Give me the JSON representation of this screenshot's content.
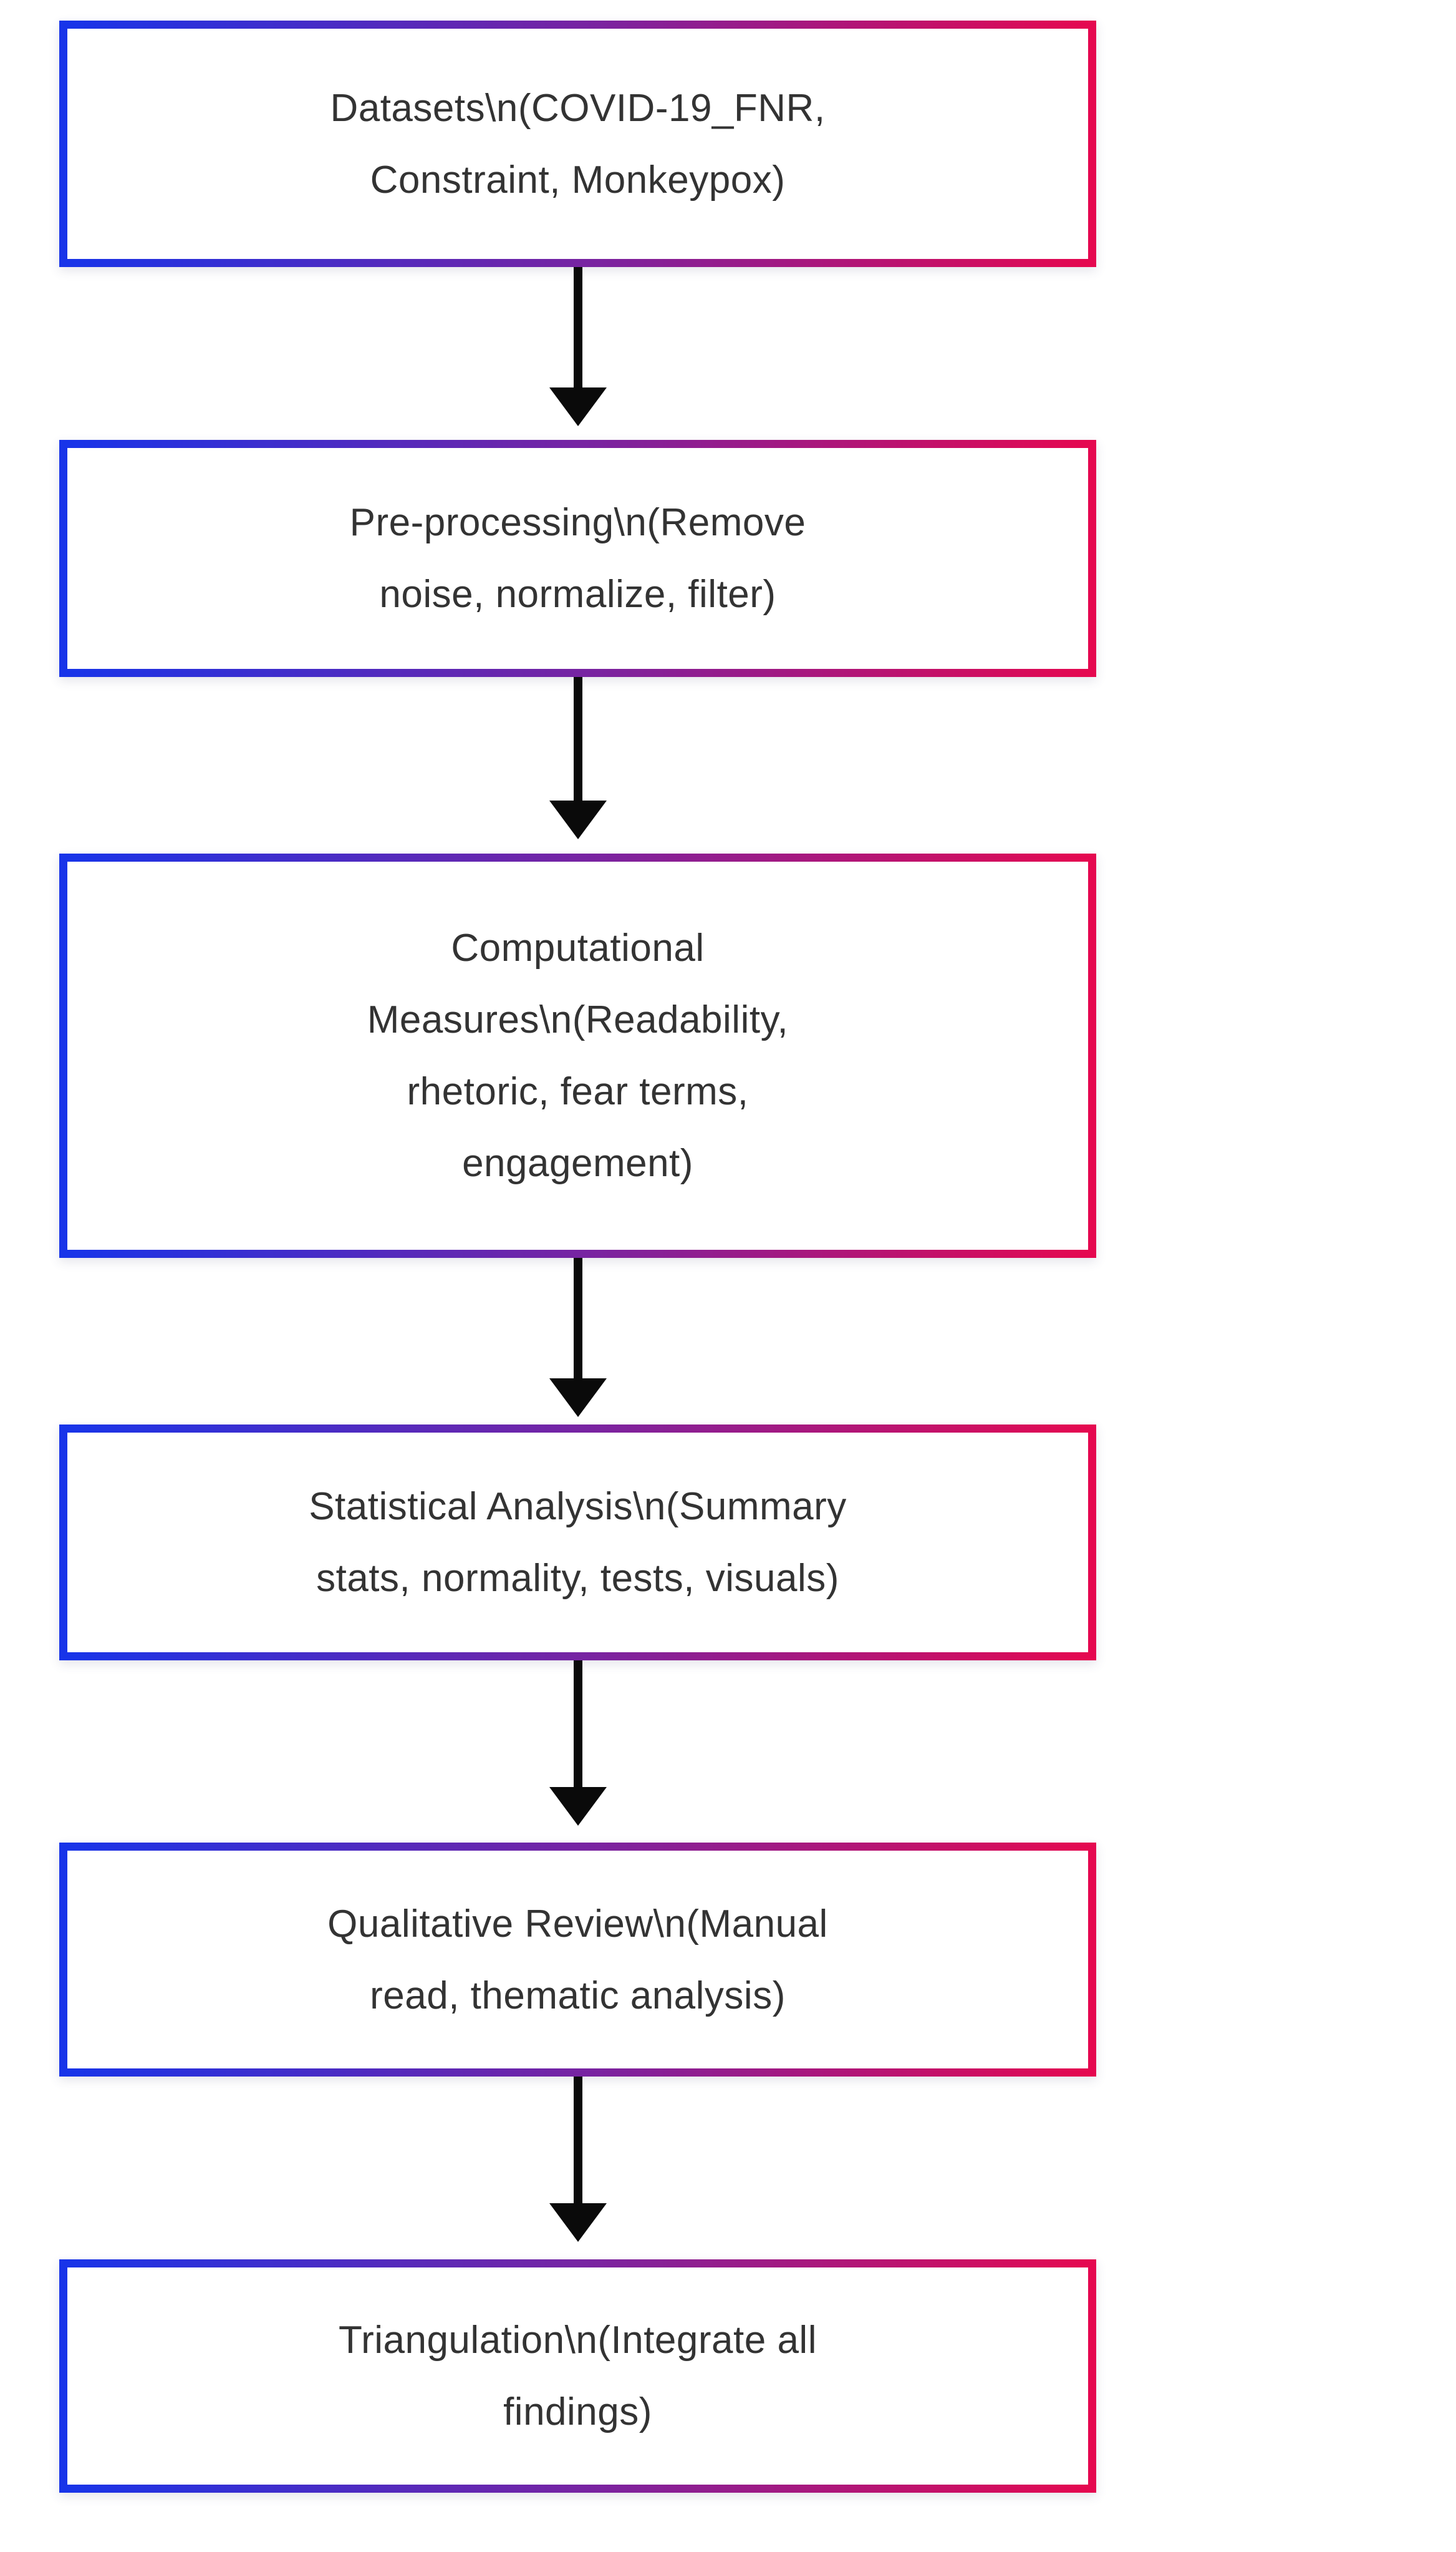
{
  "diagram": {
    "type": "flowchart",
    "direction": "top-down",
    "colors": {
      "border_gradient_start": "#1834e9",
      "border_gradient_mid": "#7a23a0",
      "border_gradient_end": "#e50850",
      "arrow": "#0a0a0a",
      "text": "#333333",
      "background": "#ffffff",
      "box_fill": "#ffffff"
    },
    "steps": [
      {
        "id": "datasets",
        "lines": [
          "Datasets\\n(COVID-19_FNR,",
          "Constraint, Monkeypox)"
        ]
      },
      {
        "id": "pre-processing",
        "lines": [
          "Pre-processing\\n(Remove",
          "noise, normalize, filter)"
        ]
      },
      {
        "id": "computational-measures",
        "lines": [
          "Computational",
          "Measures\\n(Readability,",
          "rhetoric, fear terms,",
          "engagement)"
        ]
      },
      {
        "id": "statistical-analysis",
        "lines": [
          "Statistical Analysis\\n(Summary",
          "stats, normality, tests, visuals)"
        ]
      },
      {
        "id": "qualitative-review",
        "lines": [
          "Qualitative Review\\n(Manual",
          "read, thematic analysis)"
        ]
      },
      {
        "id": "triangulation",
        "lines": [
          "Triangulation\\n(Integrate all",
          "findings)"
        ]
      }
    ],
    "connectors": [
      {
        "from": "datasets",
        "to": "pre-processing"
      },
      {
        "from": "pre-processing",
        "to": "computational-measures"
      },
      {
        "from": "computational-measures",
        "to": "statistical-analysis"
      },
      {
        "from": "statistical-analysis",
        "to": "qualitative-review"
      },
      {
        "from": "qualitative-review",
        "to": "triangulation"
      }
    ]
  }
}
